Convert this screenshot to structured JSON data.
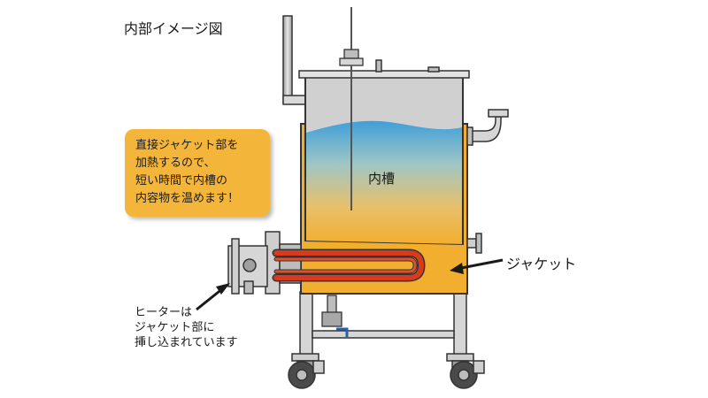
{
  "title": "内部イメージ図",
  "callout": {
    "text": "直接ジャケット部を\n加熱するので、\n短い時間で内槽の\n内容物を温めます！"
  },
  "labels": {
    "inner_tank": "内槽",
    "jacket": "ジャケット",
    "heater_note": "ヒーターは\nジャケット部に\n挿し込まれています"
  },
  "colors": {
    "jacket_orange": "#f2ae2e",
    "liquid_top": "#4aa3d8",
    "liquid_bottom": "#f2ae2e",
    "heater_red": "#d93a1e",
    "steel_gray": "#c9c9c9",
    "outline": "#333333",
    "callout_bg": "#f4b63a"
  }
}
